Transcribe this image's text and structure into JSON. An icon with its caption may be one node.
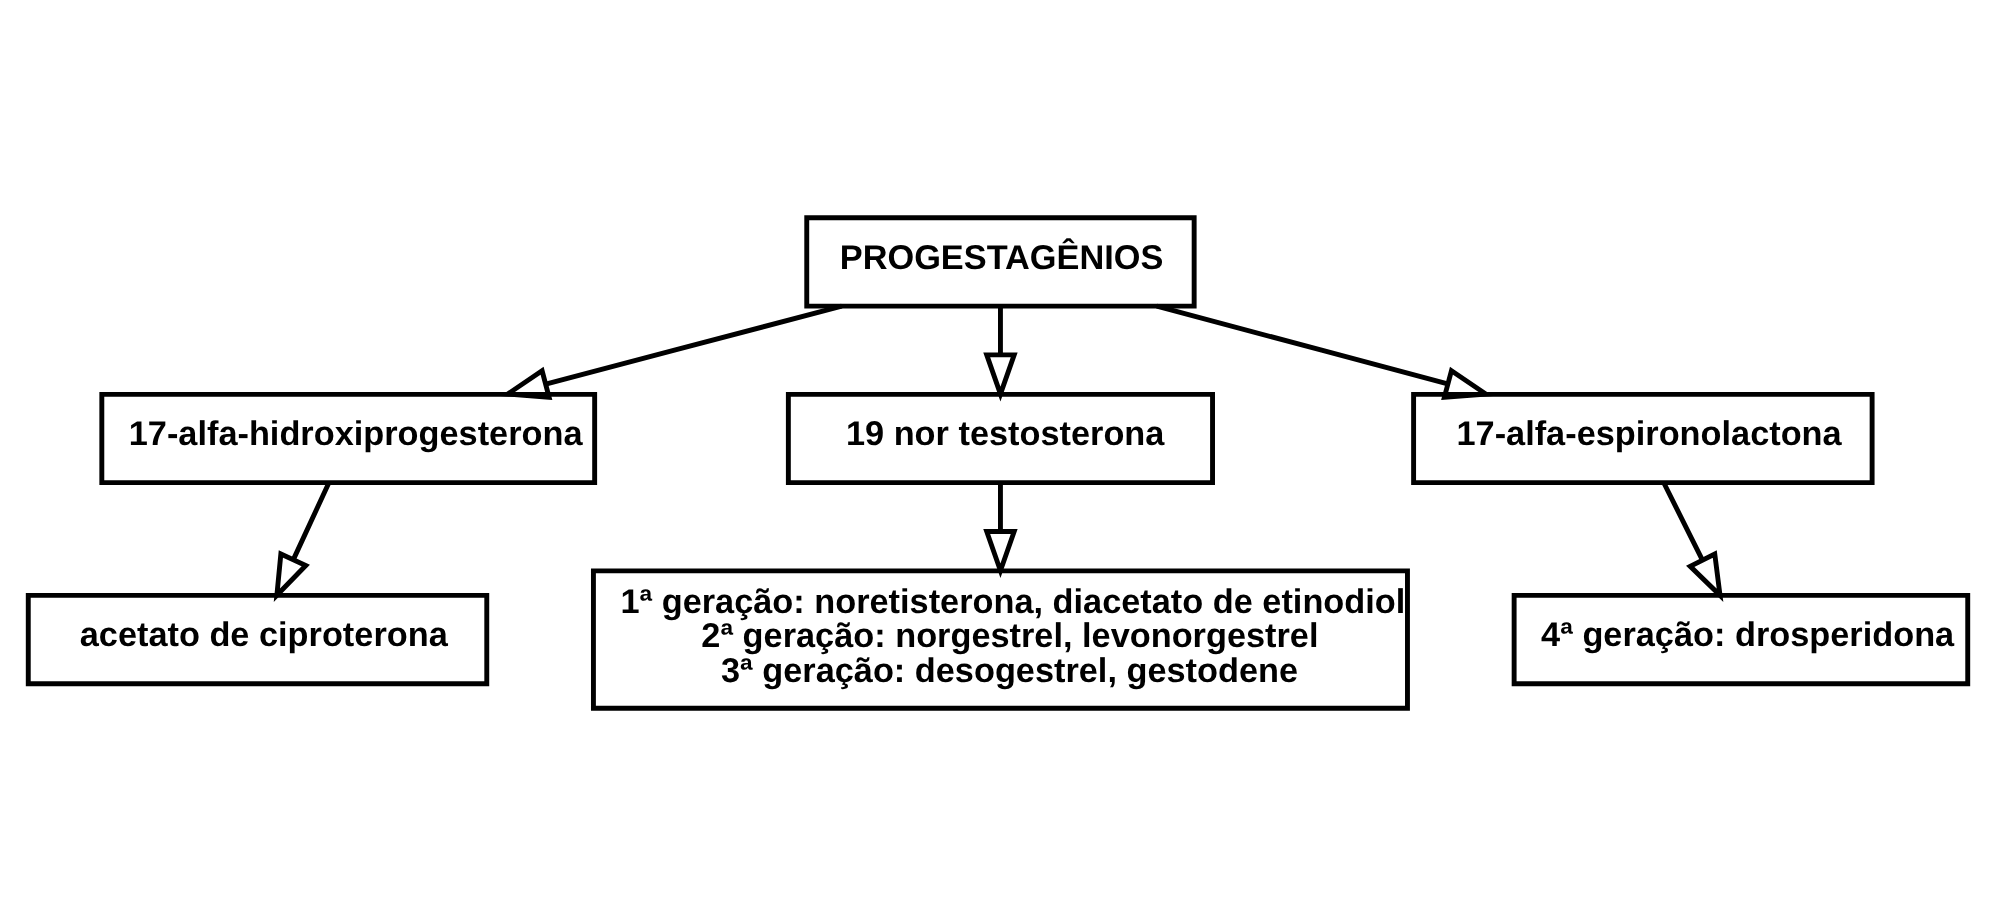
{
  "diagram": {
    "nodes": [
      {
        "text": [
          "PROGESTAGÊNIOS"
        ]
      },
      {
        "text": [
          "17-alfa-hidroxiprogesterona"
        ]
      },
      {
        "text": [
          "19 nor testosterona"
        ]
      },
      {
        "text": [
          "17-alfa-espironolactona"
        ]
      },
      {
        "text": [
          "acetato de ciproterona"
        ]
      },
      {
        "text": [
          "1ª geração: noretisterona, diacetato de etinodiol",
          "2ª geração: norgestrel, levonorgestrel",
          "3ª geração: desogestrel, gestodene"
        ]
      },
      {
        "text": [
          "4ª geração: drosperidona"
        ]
      }
    ],
    "edges": [
      {
        "from": 0,
        "to": 1,
        "arrow": "to"
      },
      {
        "from": 0,
        "to": 2,
        "arrow": "to"
      },
      {
        "from": 0,
        "to": 3,
        "arrow": "to"
      },
      {
        "from": 1,
        "to": 4,
        "arrow": "to"
      },
      {
        "from": 2,
        "to": 5,
        "arrow": "to"
      },
      {
        "from": 3,
        "to": 6,
        "arrow": "to"
      }
    ]
  }
}
